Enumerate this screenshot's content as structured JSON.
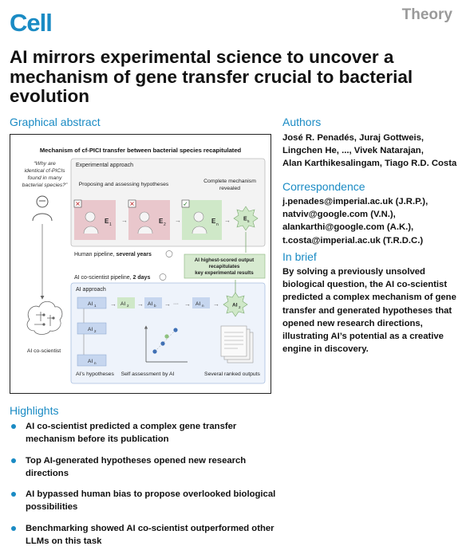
{
  "journal": "Cell",
  "article_type": "Theory",
  "title": "AI mirrors experimental science to uncover a mechanism of gene transfer crucial to bacterial evolution",
  "sections": {
    "graphical_abstract": "Graphical abstract",
    "authors": "Authors",
    "correspondence": "Correspondence",
    "in_brief": "In brief",
    "highlights": "Highlights"
  },
  "authors": {
    "line1": "José R. Penadés, Juraj Gottweis,",
    "line2": "Lingchen He, ..., Vivek Natarajan,",
    "line3": "Alan Karthikesalingam, Tiago R.D. Costa"
  },
  "correspondence": [
    "j.penades@imperial.ac.uk (J.R.P.),",
    "natviv@google.com (V.N.),",
    "alankarthi@google.com (A.K.),",
    "t.costa@imperial.ac.uk (T.R.D.C.)"
  ],
  "in_brief": [
    "By solving a previously unsolved",
    "biological question, the AI co-scientist",
    "predicted a complex mechanism of gene",
    "transfer and generated hypotheses that",
    "opened new research directions,",
    "illustrating AI’s potential as a creative",
    "engine in discovery."
  ],
  "highlights": [
    [
      "AI co-scientist predicted a complex gene transfer",
      "mechanism before its publication"
    ],
    [
      "Top AI-generated hypotheses opened new research",
      "directions"
    ],
    [
      "AI bypassed human bias to propose overlooked biological",
      "possibilities"
    ],
    [
      "Benchmarking showed AI co-scientist outperformed other",
      "LLMs on this task"
    ]
  ],
  "figure": {
    "heading": "Mechanism of cf-PICI transfer between bacterial species recapitulated",
    "question": [
      "“Why are",
      "identical cf-PICIs",
      "found in many",
      "bacterial species?”"
    ],
    "experimental_approach": "Experimental approach",
    "proposing": "Proposing and assessing hypotheses",
    "complete_mechanism": [
      "Complete mechanism",
      "revealed"
    ],
    "e1": "E",
    "e1_sub": "1",
    "e2": "E",
    "e2_sub": "2",
    "en": "E",
    "en_sub": "n",
    "e_out": "E",
    "e_out_sub": "5",
    "human_pipeline_prefix": "Human pipeline, ",
    "human_pipeline_bold": "several years",
    "result_box": [
      "AI highest-scored output",
      "recapitulates",
      "key experimental results"
    ],
    "ai_pipeline_prefix": "AI co-scientist pipeline, ",
    "ai_pipeline_bold": "2 days",
    "ai_approach": "AI approach",
    "ai_label": "AI",
    "sub_1": "1",
    "sub_2": "2",
    "sub_n": "n",
    "sub_b": "b",
    "ellipsis": "···",
    "ai_coscientist": "AI co-scientist",
    "ai_hypotheses": "AI’s hypotheses",
    "self_assessment": "Self assessment by AI",
    "ranked_outputs": "Several ranked outputs"
  }
}
